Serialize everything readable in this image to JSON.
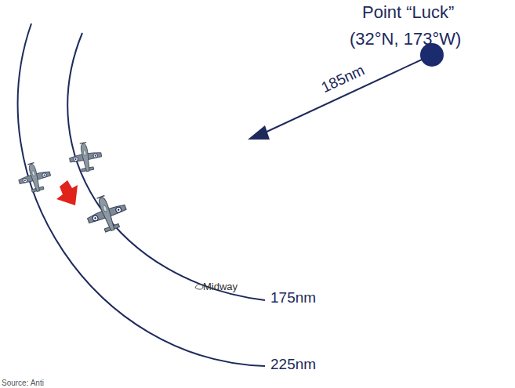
{
  "diagram": {
    "labels": [
      "Point “Luck”",
      "(32°N, 173°W)",
      "185nm",
      "175nm",
      "225nm",
      "Midway",
      "Source: Anti"
    ]
  }
}
